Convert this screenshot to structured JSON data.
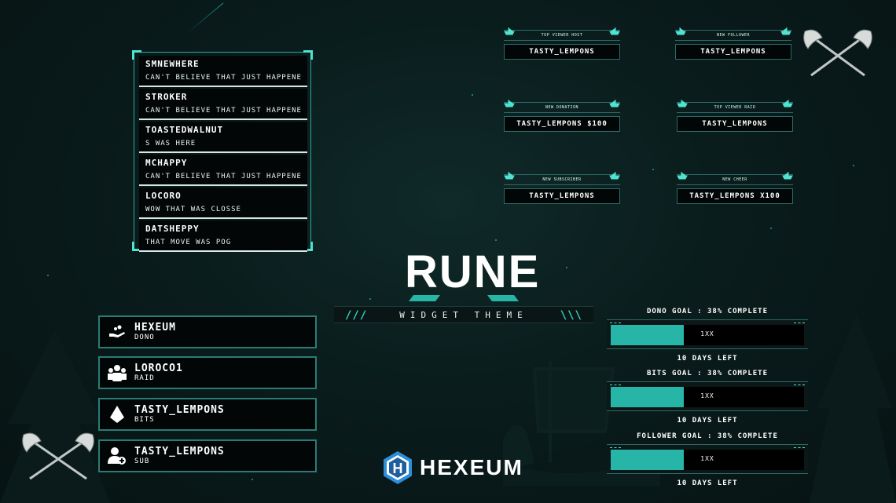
{
  "chat": {
    "messages": [
      {
        "user": "SMNEWHERE",
        "text": "CAN'T BELIEVE THAT JUST HAPPENED"
      },
      {
        "user": "STROKER",
        "text": "CAN'T BELIEVE THAT JUST HAPPENED"
      },
      {
        "user": "TOASTEDWALNUT",
        "text": "S WAS HERE"
      },
      {
        "user": "MCHAPPY",
        "text": "CAN'T BELIEVE THAT JUST HAPPENED"
      },
      {
        "user": "LOCORO",
        "text": "WOW THAT WAS CLOSSE"
      },
      {
        "user": "DATSHEPPY",
        "text": "THAT MOVE WAS POG"
      }
    ]
  },
  "alerts": [
    {
      "header": "TOP VIEWER HOST",
      "value": "TASTY_LEMPONS"
    },
    {
      "header": "NEW FOLLOWER",
      "value": "TASTY_LEMPONS"
    },
    {
      "header": "NEW DONATION",
      "value": "TASTY_LEMPONS $100"
    },
    {
      "header": "TOP VIEWER RAID",
      "value": "TASTY_LEMPONS"
    },
    {
      "header": "NEW SUBSCRIBER",
      "value": "TASTY_LEMPONS"
    },
    {
      "header": "NEW CHEER",
      "value": "TASTY_LEMPONS X100"
    }
  ],
  "title": {
    "main": "RUNE",
    "subtitle": "WIDGET THEME",
    "left_marks": "///",
    "right_marks": "\\\\\\"
  },
  "events": [
    {
      "name": "HEXEUM",
      "type": "DONO",
      "icon": "donation-hand-icon"
    },
    {
      "name": "LOROCO1",
      "type": "RAID",
      "icon": "raid-group-icon"
    },
    {
      "name": "TASTY_LEMPONS",
      "type": "BITS",
      "icon": "bits-gem-icon"
    },
    {
      "name": "TASTY_LEMPONS",
      "type": "SUB",
      "icon": "add-user-icon"
    }
  ],
  "goals": [
    {
      "title": "DONO GOAL : 38% COMPLETE",
      "percent_label": "1XX",
      "progress": 0.38,
      "days": "10 DAYS LEFT"
    },
    {
      "title": "BITS GOAL : 38% COMPLETE",
      "percent_label": "1XX",
      "progress": 0.38,
      "days": "10 DAYS LEFT"
    },
    {
      "title": "FOLLOWER GOAL : 38% COMPLETE",
      "percent_label": "1XX",
      "progress": 0.38,
      "days": "10 DAYS LEFT"
    }
  ],
  "brand": {
    "logo_letter": "H",
    "name": "HEXEUM"
  },
  "colors": {
    "accent": "#26b5a6",
    "accent_light": "#4fe3d2",
    "background": "#0a1c1c",
    "panel": "#020606"
  }
}
